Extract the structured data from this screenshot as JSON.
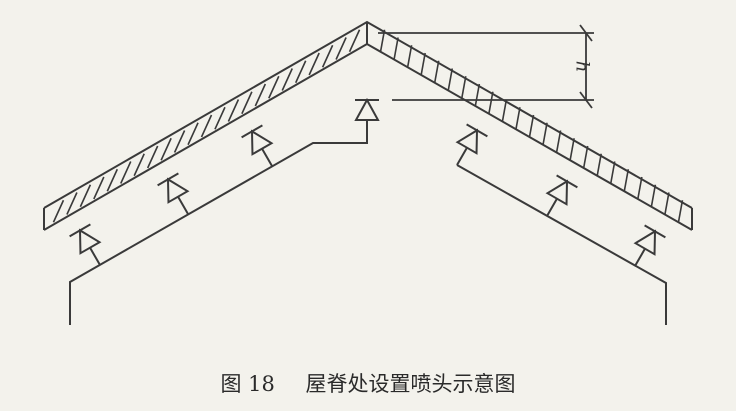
{
  "figure": {
    "caption_number": "图 18",
    "caption_title": "屋脊处设置喷头示意图",
    "dimension_label": "h"
  },
  "colors": {
    "line": "#3a3a3a",
    "background": "#f3f2ec"
  }
}
